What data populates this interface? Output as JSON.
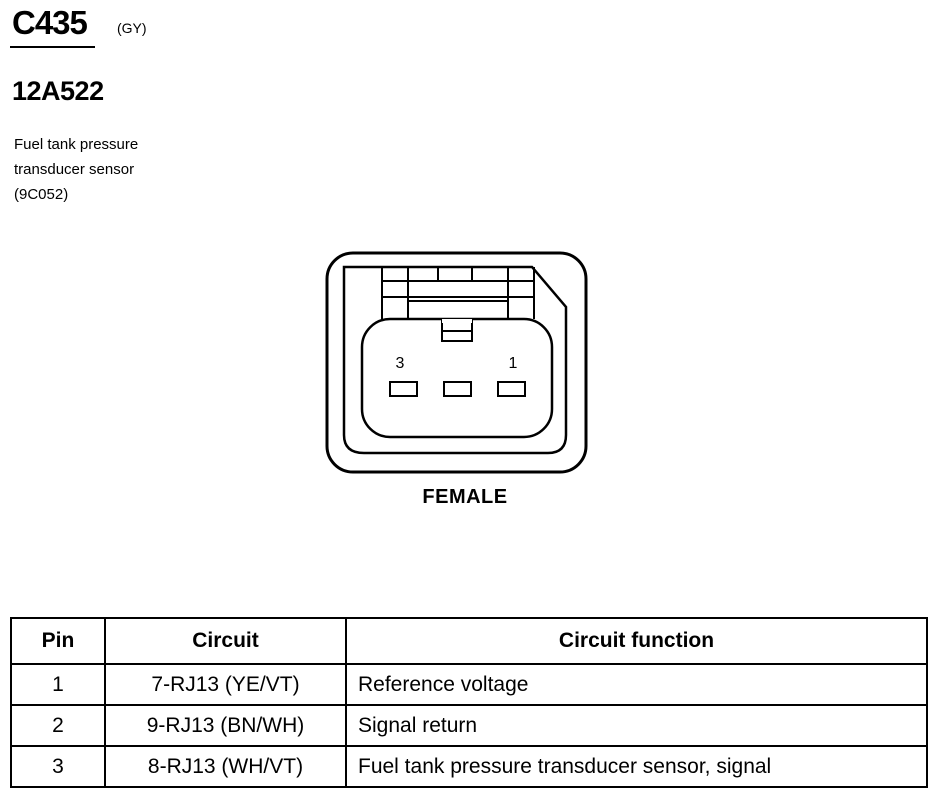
{
  "connector": {
    "id": "C435",
    "color": "(GY)",
    "part_number": "12A522",
    "description_lines": [
      "Fuel tank pressure",
      "transducer sensor",
      "(9C052)"
    ],
    "pin_labels": [
      "3",
      "1"
    ],
    "gender": "FEMALE"
  },
  "table": {
    "headers": [
      "Pin",
      "Circuit",
      "Circuit function"
    ],
    "rows": [
      {
        "pin": "1",
        "circuit": "7-RJ13 (YE/VT)",
        "function": "Reference voltage"
      },
      {
        "pin": "2",
        "circuit": "9-RJ13 (BN/WH)",
        "function": "Signal return"
      },
      {
        "pin": "3",
        "circuit": "8-RJ13 (WH/VT)",
        "function": "Fuel tank pressure transducer sensor, signal"
      }
    ]
  }
}
